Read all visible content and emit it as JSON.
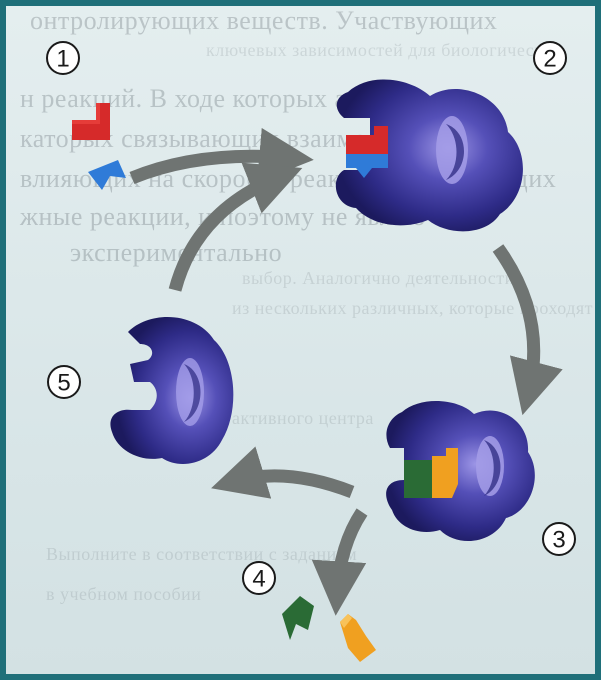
{
  "figure": {
    "step_labels": [
      "1",
      "2",
      "3",
      "4",
      "5"
    ]
  },
  "colors": {
    "enzyme": "#2e2b87",
    "enzyme_highlight": "#8a83d8",
    "arrow": "#6f7472",
    "substrate_red": "#d62a2a",
    "substrate_blue": "#2f7bd8",
    "product_green": "#2a6b35",
    "product_orange": "#f0a020",
    "frame": "#1f6f79"
  },
  "icons": [
    "enzyme-shape",
    "substrate-shape",
    "product-shape",
    "curved-arrow"
  ]
}
